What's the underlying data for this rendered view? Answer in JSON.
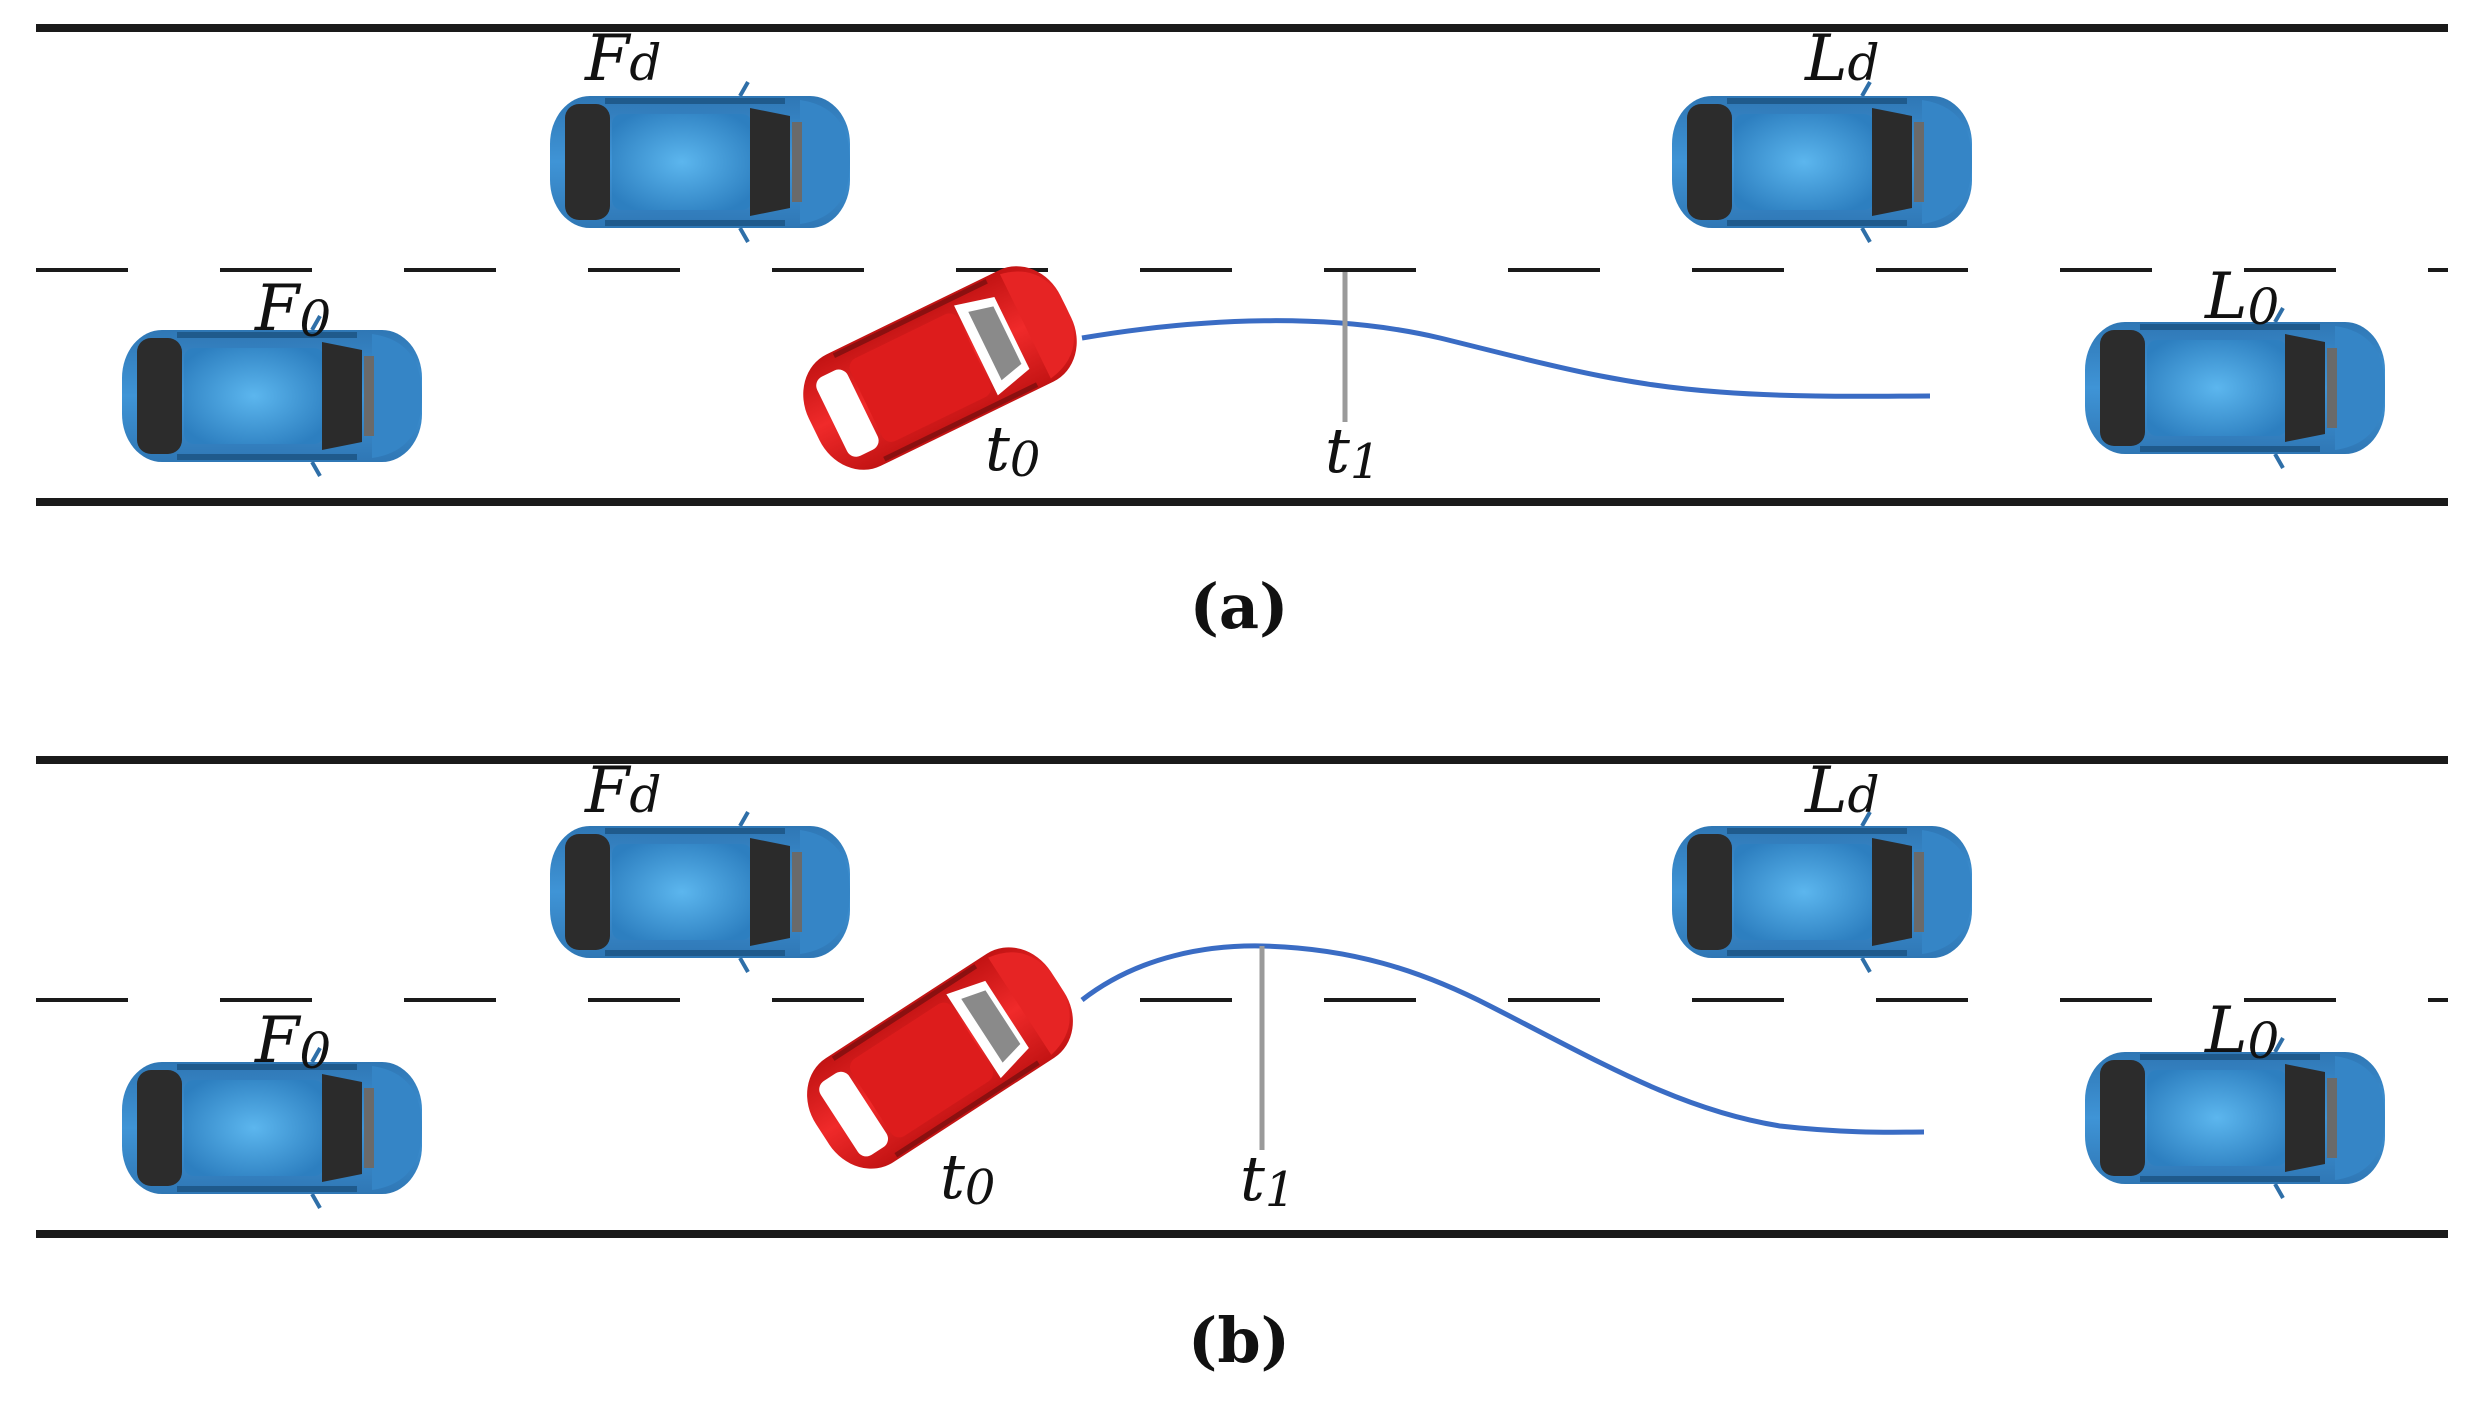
{
  "panels": [
    {
      "caption": "(a)",
      "labels": {
        "fd": {
          "main": "F",
          "sub": "d"
        },
        "ld": {
          "main": "L",
          "sub": "d"
        },
        "f0": {
          "main": "F",
          "sub": "0"
        },
        "l0": {
          "main": "L",
          "sub": "0"
        },
        "t0": {
          "main": "t",
          "sub": "0"
        },
        "t1": {
          "main": "t",
          "sub": "1"
        }
      }
    },
    {
      "caption": "(b)",
      "labels": {
        "fd": {
          "main": "F",
          "sub": "d"
        },
        "ld": {
          "main": "L",
          "sub": "d"
        },
        "f0": {
          "main": "F",
          "sub": "0"
        },
        "l0": {
          "main": "L",
          "sub": "0"
        },
        "t0": {
          "main": "t",
          "sub": "0"
        },
        "t1": {
          "main": "t",
          "sub": "1"
        }
      }
    }
  ],
  "colors": {
    "road_edge": "#1a1a1a",
    "lane_dash": "#1a1a1a",
    "blue_car": "#3a8fd0",
    "red_car": "#e01e1e",
    "trajectory": "#3a6cc4",
    "time_marker": "#9a9a9a"
  }
}
